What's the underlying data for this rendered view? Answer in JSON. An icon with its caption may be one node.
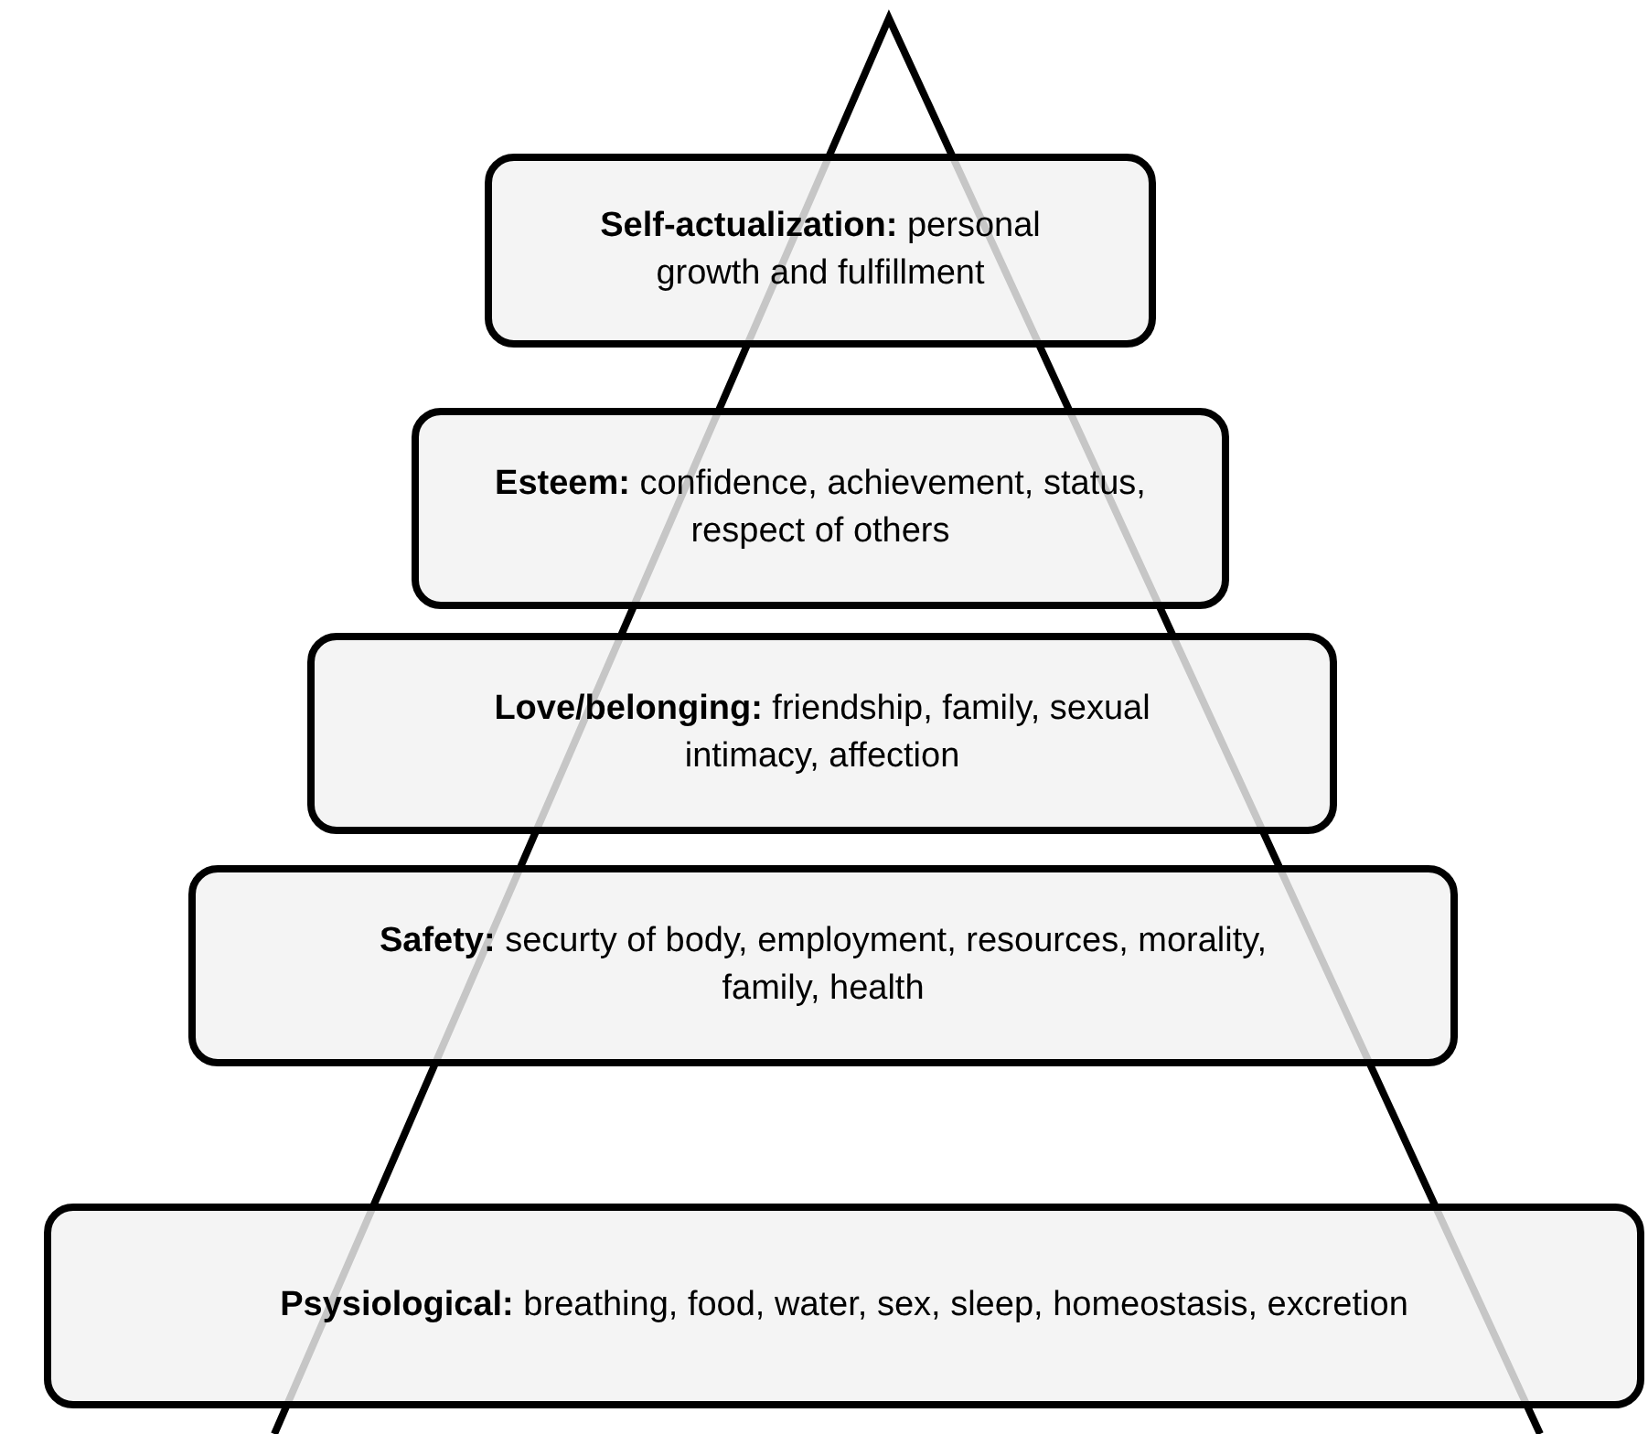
{
  "diagram": {
    "nodes": [
      {
        "text": [
          "**Self-actualization:** personal growth and fulfillment"
        ]
      },
      {
        "text": [
          "**Esteem:** confidence, achievement, status, respect of others"
        ]
      },
      {
        "text": [
          "**Love/belonging:** friendship, family, sexual intimacy, affection"
        ]
      },
      {
        "text": [
          "**Safety:** securty of body, employment, resources, morality, family, health"
        ]
      },
      {
        "text": [
          "**Psysiological:** breathing, food, water, sex, sleep, homeostasis, excretion"
        ]
      }
    ]
  }
}
